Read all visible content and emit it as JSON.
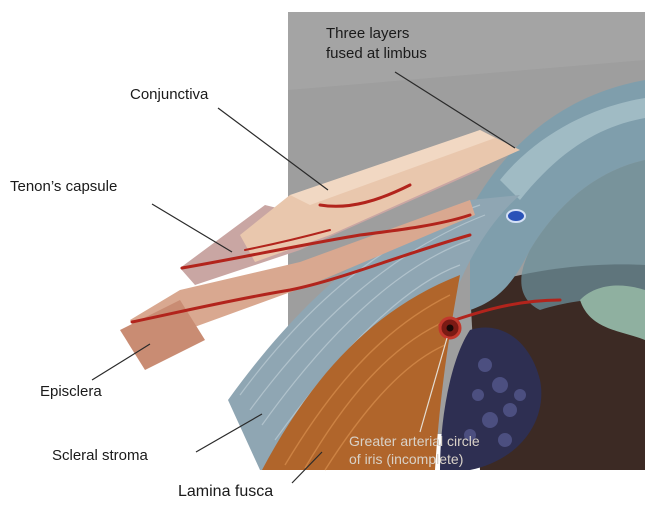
{
  "labels": {
    "three_layers_line1": "Three layers",
    "three_layers_line2": "fused at limbus",
    "conjunctiva": "Conjunctiva",
    "tenons_capsule": "Tenon’s capsule",
    "episclera": "Episclera",
    "scleral_stroma": "Scleral stroma",
    "lamina_fusca": "Lamina fusca",
    "greater_circle_line1": "Greater arterial circle",
    "greater_circle_line2": "of iris (incomplete)"
  },
  "colors": {
    "background_panel": "#9e9e9e",
    "conjunctiva_tissue": "#e9c7ad",
    "tenon_tissue": "#c9a6a3",
    "episclera_tissue": "#d9a890",
    "scleral_stroma": "#8fa6b3",
    "lamina_fusca": "#b0652b",
    "iris_pigment": "#2e2f52",
    "vessel_red": "#b2241c",
    "leader_line": "#2a2a2a"
  }
}
